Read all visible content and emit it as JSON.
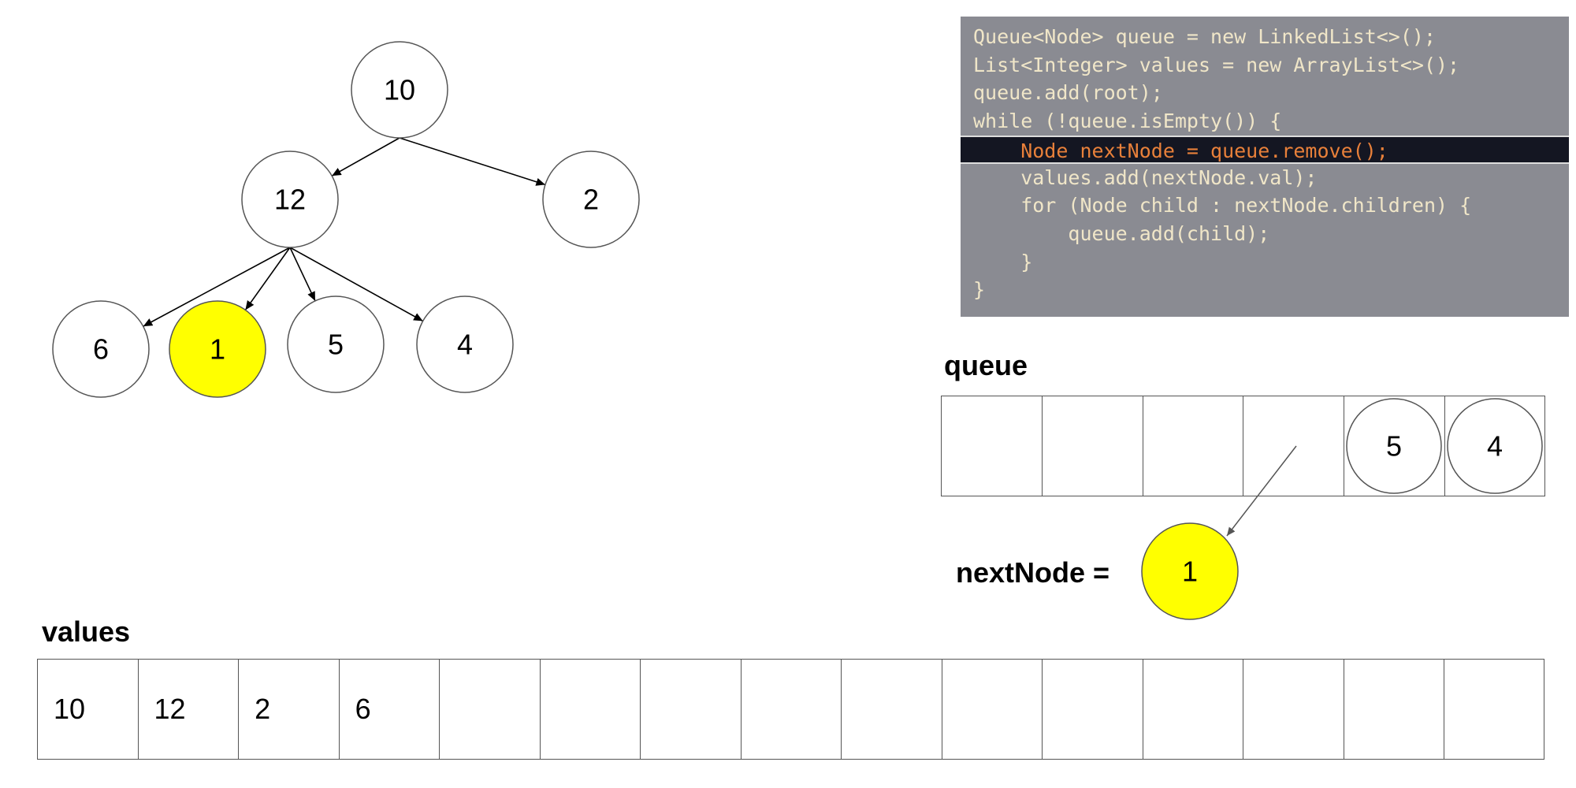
{
  "tree": {
    "nodes": [
      {
        "id": "n10",
        "label": "10",
        "highlight": false
      },
      {
        "id": "n12",
        "label": "12",
        "highlight": false
      },
      {
        "id": "n2",
        "label": "2",
        "highlight": false
      },
      {
        "id": "n6",
        "label": "6",
        "highlight": false
      },
      {
        "id": "n1",
        "label": "1",
        "highlight": true
      },
      {
        "id": "n5",
        "label": "5",
        "highlight": false
      },
      {
        "id": "n4",
        "label": "4",
        "highlight": false
      }
    ],
    "edges": [
      [
        "n10",
        "n12"
      ],
      [
        "n10",
        "n2"
      ],
      [
        "n12",
        "n6"
      ],
      [
        "n12",
        "n1"
      ],
      [
        "n12",
        "n5"
      ],
      [
        "n12",
        "n4"
      ]
    ]
  },
  "code": {
    "highlighted_line": 4,
    "lines": [
      "Queue<Node> queue = new LinkedList<>();",
      "List<Integer> values = new ArrayList<>();",
      "queue.add(root);",
      "while (!queue.isEmpty()) {",
      "    Node nextNode = queue.remove();",
      "    values.add(nextNode.val);",
      "    for (Node child : nextNode.children) {",
      "        queue.add(child);",
      "    }",
      "}"
    ]
  },
  "queue": {
    "title": "queue",
    "slots": [
      "",
      "",
      "",
      "",
      "5",
      "4"
    ]
  },
  "next_node": {
    "label": "nextNode =",
    "value": "1"
  },
  "values": {
    "title": "values",
    "slots": [
      "10",
      "12",
      "2",
      "6",
      "",
      "",
      "",
      "",
      "",
      "",
      "",
      "",
      "",
      "",
      ""
    ]
  },
  "colors": {
    "highlight": "#ffff00",
    "node_stroke": "#555555",
    "code_bg": "#8a8b92",
    "code_highlight_bg": "#141622"
  }
}
